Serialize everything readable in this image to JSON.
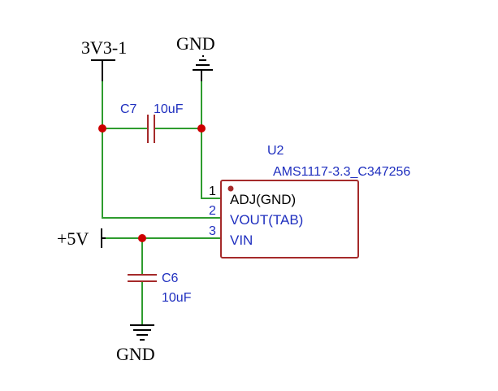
{
  "nets": {
    "power_3v3": "3V3-1",
    "gnd_top": "GND",
    "power_5v": "+5V",
    "gnd_bottom": "GND"
  },
  "c7": {
    "ref": "C7",
    "value": "10uF"
  },
  "c6": {
    "ref": "C6",
    "value": "10uF"
  },
  "u2": {
    "ref": "U2",
    "part": "AMS1117-3.3_C347256",
    "pins": [
      {
        "number": "1",
        "name": "ADJ(GND)"
      },
      {
        "number": "2",
        "name": "VOUT(TAB)"
      },
      {
        "number": "3",
        "name": "VIN"
      }
    ]
  },
  "colors": {
    "wire": "#2e9c2e",
    "component": "#a52a2a",
    "junction": "#cc0000",
    "pin_label": "#1f2fbf",
    "text": "#000000"
  }
}
